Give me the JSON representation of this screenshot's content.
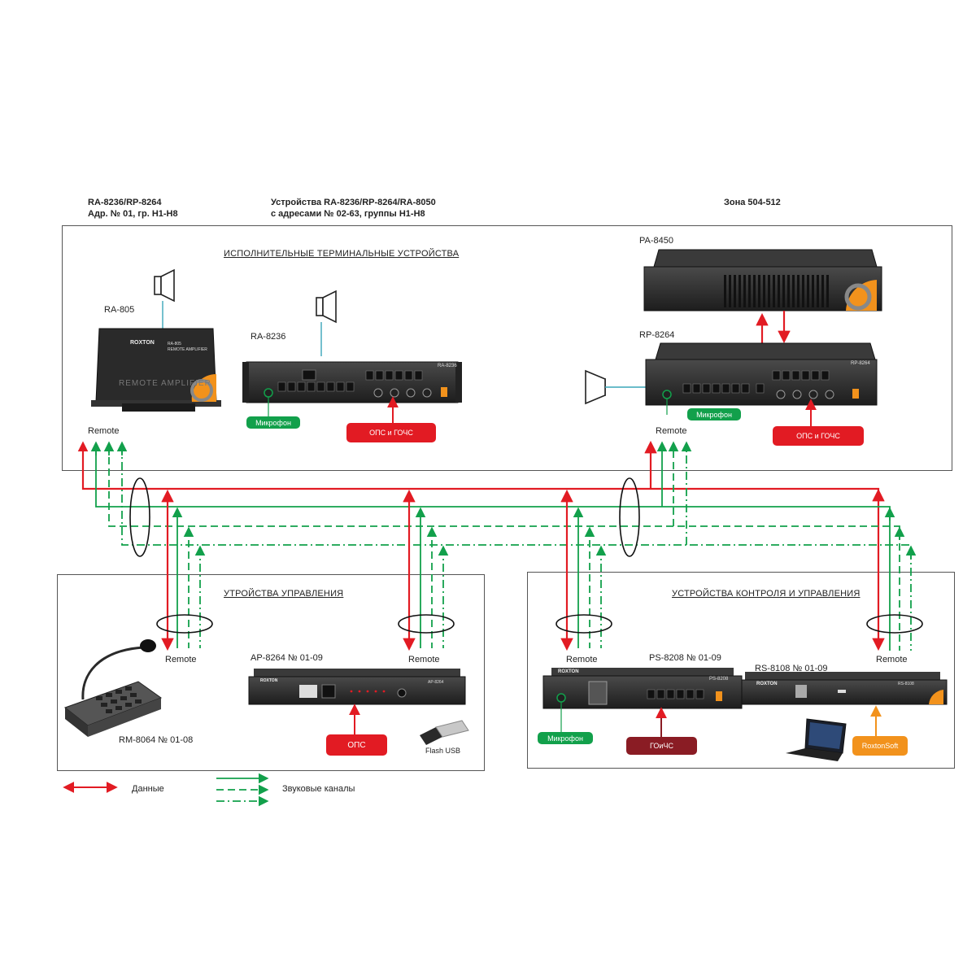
{
  "headers": {
    "h1_line1": "RA-8236/RP-8264",
    "h1_line2": "Адр. № 01, гр. H1-H8",
    "h2_line1": "Устройства RA-8236/RP-8264/RA-8050",
    "h2_line2": "с адресами № 02-63, группы H1-H8",
    "h3": "Зона 504-512"
  },
  "sections": {
    "terminal": "ИСПОЛНИТЕЛЬНЫЕ ТЕРМИНАЛЬНЫЕ УСТРОЙСТВА",
    "control": "УТРОЙСТВА УПРАВЛЕНИЯ",
    "monitoring": "УСТРОЙСТВА КОНТРОЛЯ И УПРАВЛЕНИЯ"
  },
  "devices": {
    "ra805": "RA-805",
    "ra8236": "RA-8236",
    "pa8450": "PA-8450",
    "rp8264": "RP-8264",
    "ap8264": "AP-8264 № 01-09",
    "rm8064": "RM-8064 № 01-08",
    "ps8208": "PS-8208 № 01-09",
    "rs8108": "RS-8108 № 01-09"
  },
  "panel_text": {
    "roxton": "ROXTON",
    "ra805_model": "RA-805",
    "ra805_sub": "REMOTE AMPLIFIER",
    "ra805_big": "REMOTE  AMPLIFIER",
    "ra8236_model": "RA-8236",
    "rp8264_model": "RP-8264",
    "ap8264_model": "AP-8264",
    "ps8208_model": "PS-8208",
    "rs8108_model": "RS-8108"
  },
  "remote_labels": [
    "Remote",
    "Remote",
    "Remote",
    "Remote",
    "Remote",
    "Remote"
  ],
  "badges": {
    "mic1": "Микрофон",
    "ops_gochs1": "ОПС и ГОЧС",
    "mic2": "Микрофон",
    "ops_gochs2": "ОПС и ГОЧС",
    "ops": "ОПС",
    "mic3": "Микрофон",
    "gochs": "ГОиЧС",
    "roxtonsoft": "RoxtonSoft"
  },
  "flash_usb": "Flash USB",
  "legend": {
    "data": "Данные",
    "audio": "Звуковые каналы"
  },
  "colors": {
    "data_line": "#e21b23",
    "audio_line": "#12a04b",
    "mic_badge": "#12a04b",
    "alarm_badge": "#e21b23",
    "gochs_badge": "#8a1c24",
    "soft_badge": "#f2921c",
    "speaker_cable": "#3aa6b9"
  },
  "icons": {
    "speaker": "speaker-icon",
    "microphone": "gooseneck-microphone-icon",
    "laptop": "laptop-icon",
    "usb": "usb-flash-icon"
  }
}
